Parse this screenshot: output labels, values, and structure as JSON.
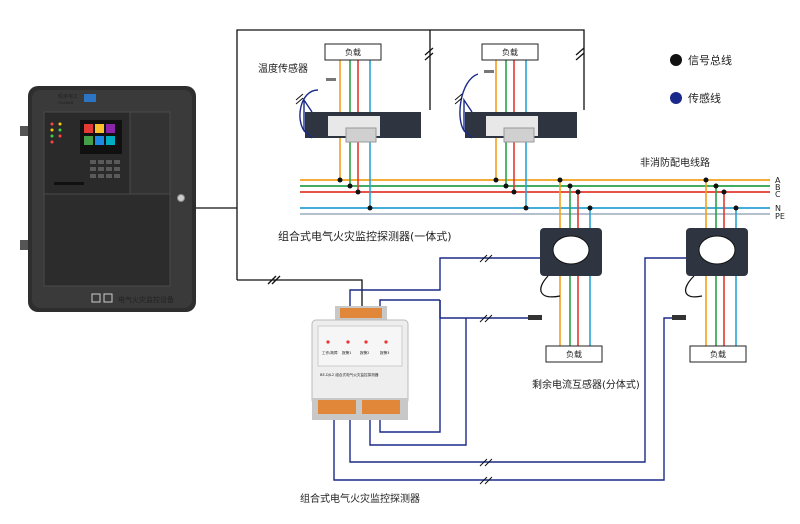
{
  "legend": {
    "bus_label": "信号总线",
    "sensor_label": "传感线"
  },
  "labels": {
    "temperature_sensor": "温度传感器",
    "non_fire_circuit": "非消防配电线路",
    "integrated_detector": "组合式电气火灾监控探测器(一体式)",
    "residual_current_transformer": "剩余电流互感器(分体式)",
    "combined_detector": "组合式电气火灾监控探测器",
    "load": "负载"
  },
  "phases": [
    "A",
    "B",
    "C",
    "N",
    "PE"
  ],
  "panel": {
    "brand": "昭京电工",
    "brand_sub": "HUANAN",
    "title": "电气火灾监控设备"
  },
  "module": {
    "model": "BE-DJL2 组合式电气火灾监控探测器",
    "indicators": [
      "工作/故障",
      "报警1",
      "报警2",
      "报警3"
    ]
  },
  "colors": {
    "phase_a": "#f2a21b",
    "phase_b": "#2aa14a",
    "phase_c": "#e23a2e",
    "phase_n": "#2aa3d6",
    "phase_pe": "#aab7c7",
    "bus": "#111111",
    "sensor": "#1a2a8a"
  }
}
